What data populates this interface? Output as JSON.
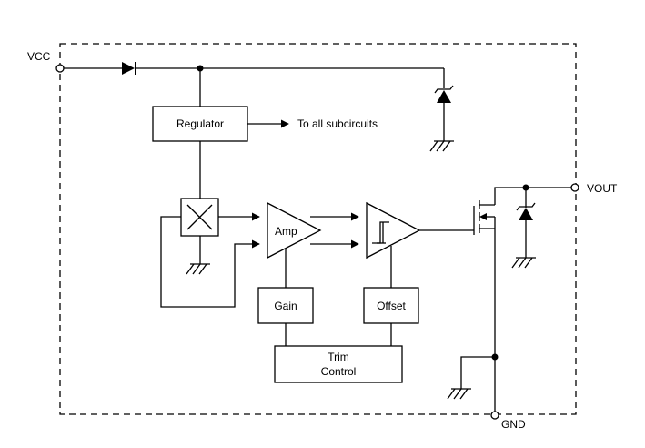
{
  "pins": {
    "vcc": "VCC",
    "vout": "VOUT",
    "gnd": "GND"
  },
  "blocks": {
    "regulator": "Regulator",
    "regulator_note": "To all subcircuits",
    "amp": "Amp",
    "gain": "Gain",
    "offset": "Offset",
    "trim_line1": "Trim",
    "trim_line2": "Control"
  }
}
